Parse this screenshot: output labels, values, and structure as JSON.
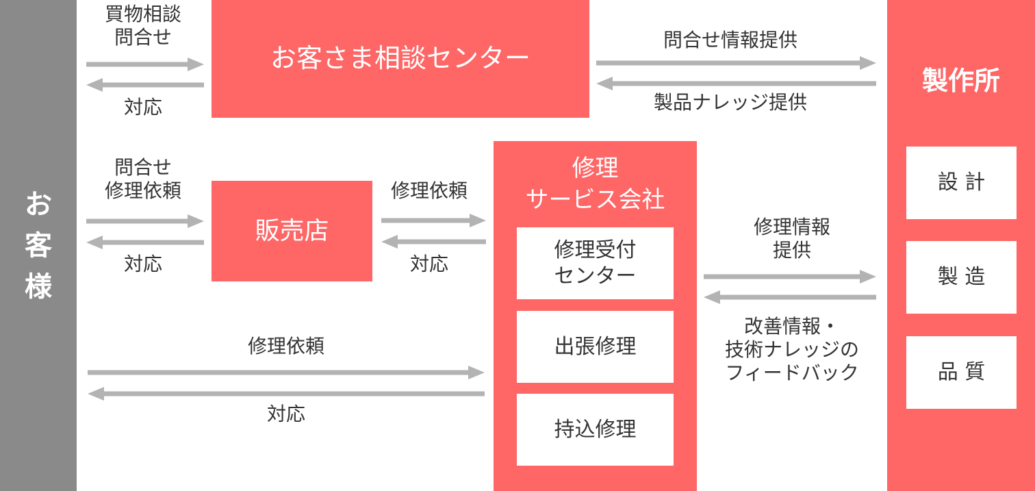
{
  "colors": {
    "accent": "#ff6666",
    "arrow": "#b3b3b3",
    "customer_bar": "#8a8a8a",
    "text": "#333333"
  },
  "customer": {
    "label": "お\n客\n様"
  },
  "center": {
    "label": "お客さま相談センター"
  },
  "shop": {
    "label": "販売店"
  },
  "repair_company": {
    "title": "修理\nサービス会社",
    "units": [
      "修理受付\nセンター",
      "出張修理",
      "持込修理"
    ]
  },
  "factory": {
    "title": "製作所",
    "units": [
      "設 計",
      "製 造",
      "品 質"
    ]
  },
  "labels": {
    "purchase_inquiry": "買物相談\n問合せ",
    "reply_center": "対応",
    "inquiry_info": "問合せ情報提供",
    "product_knowledge": "製品ナレッジ提供",
    "inquiry_repair_request": "問合せ\n修理依頼",
    "reply_shop": "対応",
    "repair_request_shop": "修理依頼",
    "reply_shop_repair": "対応",
    "repair_info": "修理情報\n提供",
    "feedback": "改善情報・\n技術ナレッジの\nフィードバック",
    "repair_request_direct": "修理依頼",
    "reply_direct": "対応"
  }
}
